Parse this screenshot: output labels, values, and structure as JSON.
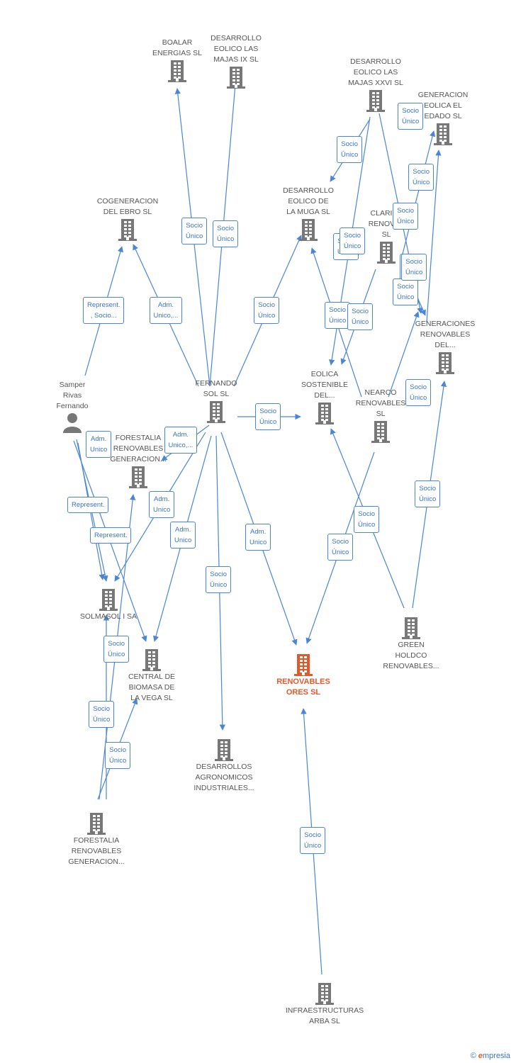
{
  "nodes": [
    {
      "id": "boalar",
      "label": "BOALAR\nENERGIAS  SL",
      "type": "company"
    },
    {
      "id": "majas9",
      "label": "DESARROLLO\nEOLICO LAS\nMAJAS IX  SL",
      "type": "company"
    },
    {
      "id": "majas26",
      "label": "DESARROLLO\nEOLICO LAS\nMAJAS XXVI  SL",
      "type": "company"
    },
    {
      "id": "geneledado",
      "label": "GENERACION\nEOLICA EL\nEDADO SL",
      "type": "company"
    },
    {
      "id": "cogebro",
      "label": "COGENERACION\nDEL EBRO  SL",
      "type": "company"
    },
    {
      "id": "muga",
      "label": "DESARROLLO\nEOLICO DE\nLA MUGA SL",
      "type": "company"
    },
    {
      "id": "clariss",
      "label": "CLARISS\nRENOVAB\nSL",
      "type": "company"
    },
    {
      "id": "genrendel",
      "label": "GENERACIONES\nRENOVABLES\nDEL...",
      "type": "company"
    },
    {
      "id": "samper",
      "label": "Samper\nRivas\nFernando",
      "type": "person"
    },
    {
      "id": "fernando",
      "label": "FERNANDO\nSOL SL",
      "type": "company"
    },
    {
      "id": "eolica",
      "label": "EOLICA\nSOSTENIBLE\nDEL...",
      "type": "company"
    },
    {
      "id": "nearco",
      "label": "NEARCO\nRENOVABLES\nSL",
      "type": "company"
    },
    {
      "id": "forest1",
      "label": "FORESTALIA\nRENOVABLES\nGENERACION...",
      "type": "company"
    },
    {
      "id": "solmasol",
      "label": "SOLMASOL I SA",
      "type": "company"
    },
    {
      "id": "central",
      "label": "CENTRAL DE\nBIOMASA DE\nLA VEGA SL",
      "type": "company"
    },
    {
      "id": "renov",
      "label": "RENOVABLES\nORES  SL",
      "type": "target"
    },
    {
      "id": "green",
      "label": "GREEN\nHOLDCO\nRENOVABLES...",
      "type": "company"
    },
    {
      "id": "agro",
      "label": "DESARROLLOS\nAGRONOMICOS\nINDUSTRIALES...",
      "type": "company"
    },
    {
      "id": "forest2",
      "label": "FORESTALIA\nRENOVABLES\nGENERACION...",
      "type": "company"
    },
    {
      "id": "arba",
      "label": "INFRAESTRUCTURAS\nARBA  SL",
      "type": "company"
    }
  ],
  "edges": [
    {
      "from": "fernando",
      "to": "boalar",
      "label": "Socio\nÚnico"
    },
    {
      "from": "fernando",
      "to": "majas9",
      "label": "Socio\nÚnico"
    },
    {
      "from": "fernando",
      "to": "cogebro",
      "label": "Adm.\nUnico,..."
    },
    {
      "from": "samper",
      "to": "cogebro",
      "label": "Represent.\n, Socio..."
    },
    {
      "from": "fernando",
      "to": "muga",
      "label": "Socio\nÚnico"
    },
    {
      "from": "fernando",
      "to": "eolica",
      "label": "Socio\nÚnico"
    },
    {
      "from": "fernando",
      "to": "forest1",
      "label": "Adm.\nUnico,..."
    },
    {
      "from": "fernando",
      "to": "solmasol",
      "label": "Adm.\nUnico"
    },
    {
      "from": "fernando",
      "to": "central",
      "label": "Adm.\nUnico"
    },
    {
      "from": "fernando",
      "to": "agro",
      "label": "Socio\nÚnico"
    },
    {
      "from": "fernando",
      "to": "renov",
      "label": "Adm.\nUnico"
    },
    {
      "from": "samper",
      "to": "solmasol",
      "label": "Adm.\nUnico"
    },
    {
      "from": "samper",
      "to": "central",
      "label": "Represent."
    },
    {
      "from": "samper",
      "to": "solmasol",
      "label": "Represent."
    },
    {
      "from": "majas26",
      "to": "muga",
      "label": "Socio\nÚnico"
    },
    {
      "from": "majas26",
      "to": "genrendel",
      "label": "Socio\nÚnico"
    },
    {
      "from": "majas26",
      "to": "eolica",
      "label": "Socio\nÚnico"
    },
    {
      "from": "genrendel",
      "to": "geneledado",
      "label": "Socio\nÚnico"
    },
    {
      "from": "clariss",
      "to": "geneledado",
      "label": "Socio\nÚnico"
    },
    {
      "from": "clariss",
      "to": "genrendel",
      "label": "Socio\nÚnico"
    },
    {
      "from": "nearco",
      "to": "muga",
      "label": "Socio\nÚnico"
    },
    {
      "from": "clariss",
      "to": "eolica",
      "label": "Socio\nÚnico"
    },
    {
      "from": "nearco",
      "to": "genrendel",
      "label": "Socio\nÚnico"
    },
    {
      "from": "nearco",
      "to": "renov",
      "label": "Socio\nÚnico"
    },
    {
      "from": "green",
      "to": "eolica",
      "label": "Socio\nÚnico"
    },
    {
      "from": "green",
      "to": "genrendel",
      "label": "Socio\nÚnico"
    },
    {
      "from": "forest2",
      "to": "forest1",
      "label": "Socio\nÚnico"
    },
    {
      "from": "forest2",
      "to": "solmasol",
      "label": "Socio\nÚnico"
    },
    {
      "from": "forest2",
      "to": "central",
      "label": "Socio\nÚnico"
    },
    {
      "from": "arba",
      "to": "renov",
      "label": "Socio\nÚnico"
    }
  ],
  "extra_badges": [
    {
      "label": "Socio\nÚnico"
    },
    {
      "label": "Socio\nÚnico"
    },
    {
      "label": "Socio\nÚnico"
    }
  ],
  "footer": {
    "copyright": "©",
    "brand_initial": "e",
    "brand_rest": "mpresia"
  },
  "colors": {
    "edge": "#4a86d4",
    "building": "#777777",
    "target": "#e05a2b",
    "person": "#777777"
  }
}
